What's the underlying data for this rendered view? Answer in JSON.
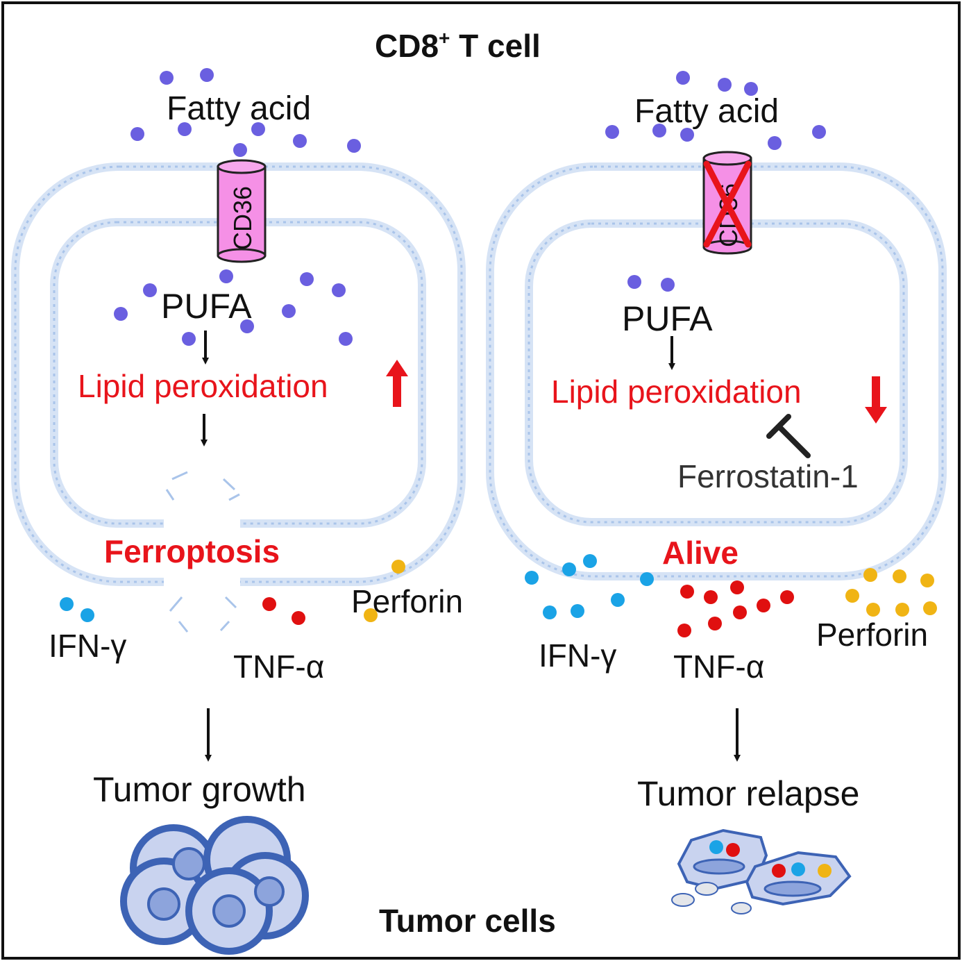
{
  "title_main": "CD8",
  "title_sup": "+",
  "title_rest": " T cell",
  "footer": "Tumor cells",
  "colors": {
    "fatty_acid": "#6a5fe0",
    "ifn": "#1aa3e6",
    "tnf": "#e01010",
    "perforin": "#f0b414",
    "membrane": "#a9c4ea",
    "cd36": "#f590e6",
    "inhibit_x": "#e8141b",
    "tumor_cell": "#3d63b5"
  },
  "left": {
    "fatty_acid": "Fatty acid",
    "transporter": "CD36",
    "pufa": "PUFA",
    "lipid": "Lipid peroxidation",
    "outcome": "Ferroptosis",
    "ifn": "IFN-γ",
    "tnf": "TNF-α",
    "perforin": "Perforin",
    "result": "Tumor growth"
  },
  "right": {
    "fatty_acid": "Fatty acid",
    "transporter": "CD36",
    "pufa": "PUFA",
    "lipid": "Lipid peroxidation",
    "inhibitor": "Ferrostatin-1",
    "outcome": "Alive",
    "ifn": "IFN-γ",
    "tnf": "TNF-α",
    "perforin": "Perforin",
    "result": "Tumor relapse"
  }
}
